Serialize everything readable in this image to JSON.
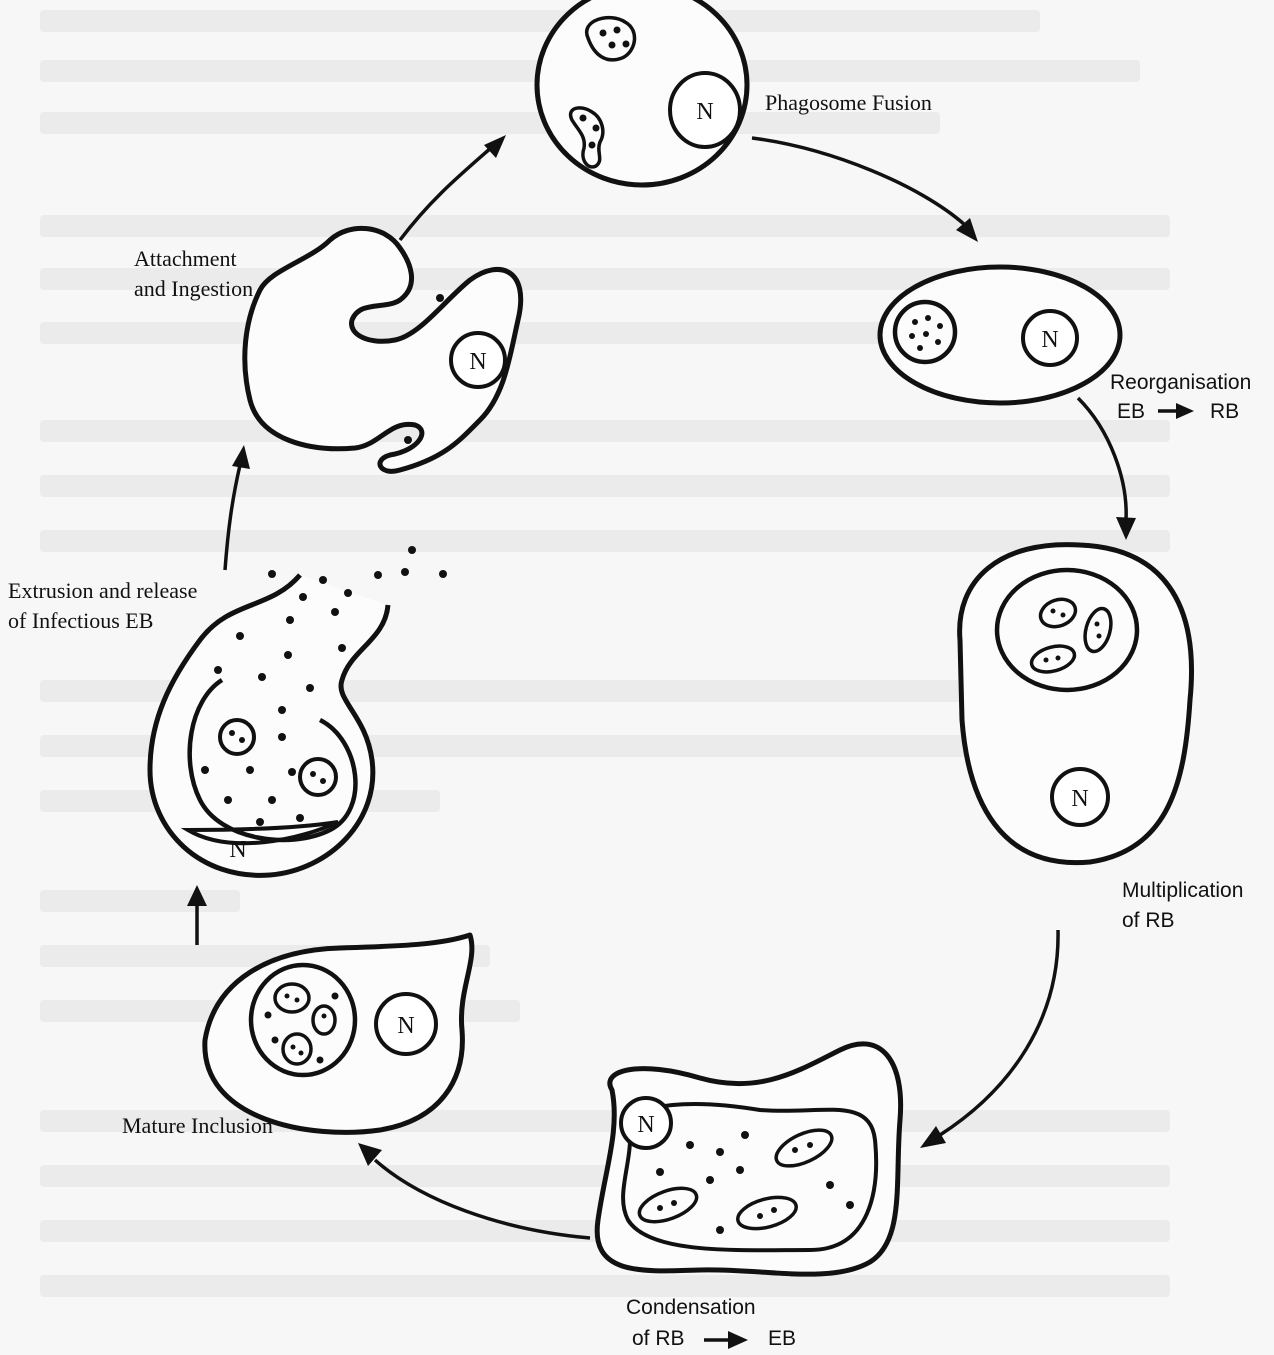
{
  "diagram": {
    "nucleus_label": "N",
    "stages": {
      "phagosome_fusion": "Phagosome Fusion",
      "attachment_line1": "Attachment",
      "attachment_line2": "and Ingestion",
      "reorganisation_line1": "Reorganisation",
      "reorganisation_eb": "EB",
      "reorganisation_rb": "RB",
      "extrusion_line1": "Extrusion and release",
      "extrusion_line2": "of Infectious EB",
      "multiplication_line1": "Multiplication",
      "multiplication_line2": "of RB",
      "mature_inclusion": "Mature Inclusion",
      "condensation_line1": "Condensation",
      "condensation_rb": "of RB",
      "condensation_eb": "EB"
    }
  }
}
